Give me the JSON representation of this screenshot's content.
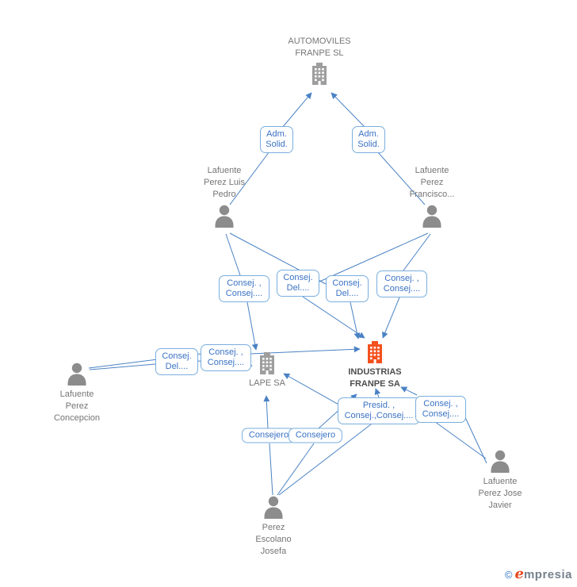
{
  "diagram": {
    "companies": [
      {
        "name": "AUTOMOVILES FRANPE SL",
        "icon": "building-icon",
        "color": "#9e9e9e"
      },
      {
        "name": "LAPE SA",
        "icon": "building-icon",
        "color": "#9e9e9e"
      },
      {
        "name": "INDUSTRIAS FRANPE SA",
        "icon": "building-icon",
        "color": "#f4511e"
      }
    ],
    "people": [
      {
        "name": "Lafuente Perez Luis Pedro",
        "icon": "person-icon",
        "color": "#8c8c8c"
      },
      {
        "name": "Lafuente Perez Francisco...",
        "icon": "person-icon",
        "color": "#8c8c8c"
      },
      {
        "name": "Lafuente Perez Concepcion",
        "icon": "person-icon",
        "color": "#8c8c8c"
      },
      {
        "name": "Lafuente Perez Jose Javier",
        "icon": "person-icon",
        "color": "#8c8c8c"
      },
      {
        "name": "Perez Escolano Josefa",
        "icon": "person-icon",
        "color": "#8c8c8c"
      }
    ],
    "relationships": [
      {
        "label": "Adm. Solid.",
        "from": "Lafuente Perez Luis Pedro",
        "to": "AUTOMOVILES FRANPE SL"
      },
      {
        "label": "Adm. Solid.",
        "from": "Lafuente Perez Francisco...",
        "to": "AUTOMOVILES FRANPE SL"
      },
      {
        "label": "Consej. , Consej....",
        "from": "Lafuente Perez Luis Pedro",
        "to": "LAPE SA"
      },
      {
        "label": "Consej. Del....",
        "from": "Lafuente Perez Francisco...",
        "to": "INDUSTRIAS FRANPE SA"
      },
      {
        "label": "Consej. Del....",
        "from": "Lafuente Perez Luis Pedro",
        "to": "INDUSTRIAS FRANPE SA"
      },
      {
        "label": "Consej. , Consej....",
        "from": "Lafuente Perez Francisco...",
        "to": "INDUSTRIAS FRANPE SA"
      },
      {
        "label": "Consej. Del....",
        "from": "Lafuente Perez Concepcion",
        "to": "LAPE SA"
      },
      {
        "label": "Consej. , Consej....",
        "from": "Lafuente Perez Concepcion",
        "to": "INDUSTRIAS FRANPE SA"
      },
      {
        "label": "Presid. , Consej.,Consej....",
        "from": "Perez Escolano Josefa",
        "to": "INDUSTRIAS FRANPE SA"
      },
      {
        "label": "Consej. , Consej....",
        "from": "Lafuente Perez Jose Javier",
        "to": "INDUSTRIAS FRANPE SA"
      },
      {
        "label": "Consejero",
        "from": "Perez Escolano Josefa",
        "to": "LAPE SA"
      },
      {
        "label": "Consejero",
        "from": "Perez Escolano Josefa",
        "to": "LAPE SA"
      }
    ],
    "edge_color": "#4a82c4"
  },
  "footer": {
    "copyright": "©",
    "brand_initial": "e",
    "brand_rest": "mpresia"
  }
}
